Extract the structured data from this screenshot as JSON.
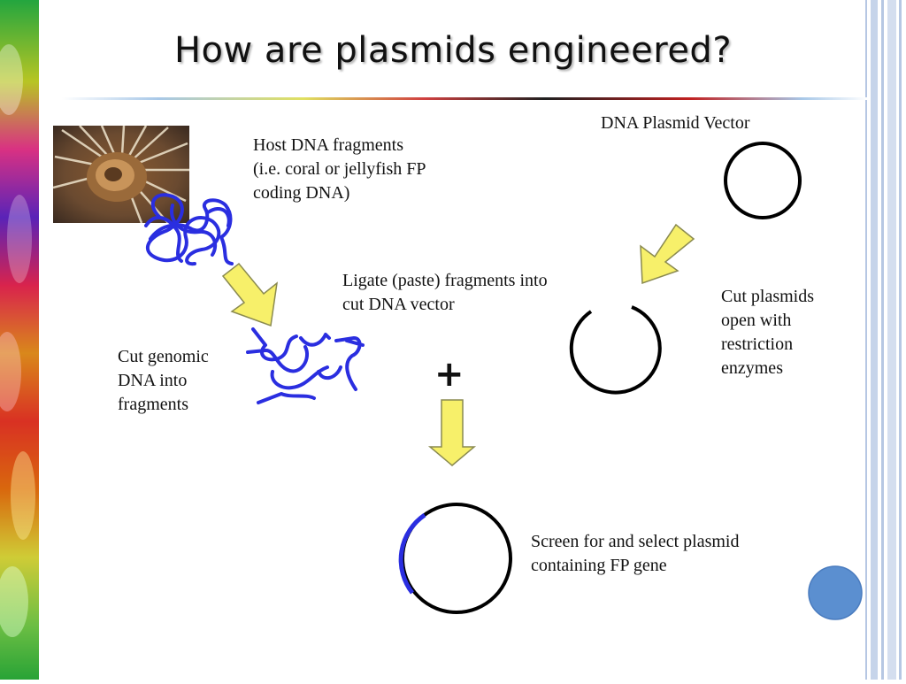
{
  "slide": {
    "title": "How are plasmids engineered?"
  },
  "labels": {
    "host_dna": [
      "Host DNA fragments",
      "(i.e. coral or jellyfish FP",
      "coding DNA)"
    ],
    "plasmid_vector": "DNA Plasmid Vector",
    "ligate": [
      "Ligate (paste) fragments into",
      "cut DNA vector"
    ],
    "cut_plasmids": [
      "Cut plasmids",
      "open with",
      "restriction",
      "enzymes"
    ],
    "cut_genomic": [
      "Cut genomic",
      "DNA into",
      "fragments"
    ],
    "screen": [
      "Screen for and select plasmid",
      "containing FP gene"
    ],
    "plus_sign": "+"
  },
  "colors": {
    "arrow_fill": "#f7f06a",
    "arrow_stroke": "#8a8a50",
    "dna_blue": "#2a2ee0",
    "plasmid_black": "#000000",
    "dot_blue": "#5b8fd0",
    "side_bar_blue": "#b6c7e3"
  },
  "icons": {
    "photo": "sea-anemone-photo",
    "decor": "colorful-tubes-decoration"
  }
}
